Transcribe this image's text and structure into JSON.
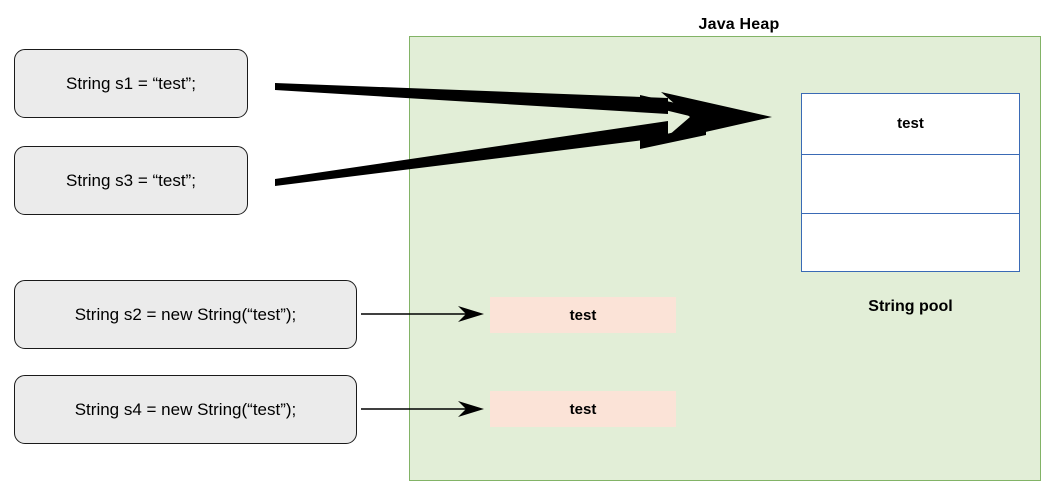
{
  "heap": {
    "title": "Java Heap",
    "fill_color": "#e2eed7",
    "border_color": "#82b366"
  },
  "statements": [
    {
      "id": "s1",
      "code": "String s1 = “test”;"
    },
    {
      "id": "s3",
      "code": "String s3 = “test”;"
    },
    {
      "id": "s2",
      "code": "String s2 = new String(“test”);"
    },
    {
      "id": "s4",
      "code": "String s4 = new String(“test”);"
    }
  ],
  "string_pool": {
    "label": "String pool",
    "border_color": "#3a6ab5",
    "rows": [
      {
        "value": "test"
      },
      {
        "value": ""
      },
      {
        "value": ""
      }
    ]
  },
  "heap_objects": [
    {
      "value": "test",
      "fill_color": "#fbe3d7"
    },
    {
      "value": "test",
      "fill_color": "#fbe3d7"
    }
  ],
  "arrows": [
    {
      "from": "s1",
      "to": "string-pool",
      "style": "thick-tapered"
    },
    {
      "from": "s3",
      "to": "string-pool",
      "style": "thick-tapered"
    },
    {
      "from": "s2",
      "to": "heap-object-1",
      "style": "thin"
    },
    {
      "from": "s4",
      "to": "heap-object-2",
      "style": "thin"
    }
  ]
}
